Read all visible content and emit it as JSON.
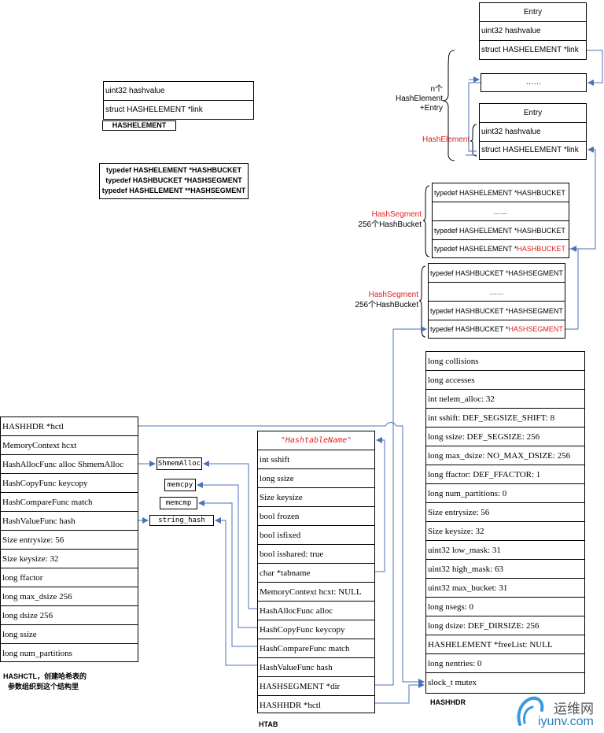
{
  "entry_top": {
    "rows": [
      "Entry",
      "uint32 hashvalue",
      "struct HASHELEMENT *link"
    ]
  },
  "ellipsis_box": "……",
  "entry_mid": {
    "rows": [
      "Entry",
      "uint32 hashvalue",
      "struct HASHELEMENT *link"
    ]
  },
  "n_label": {
    "line1": "n个",
    "line2": "HashElement",
    "line3": "+Entry"
  },
  "hashelement_label": "HashElement",
  "hashelement_def": {
    "rows": [
      "uint32 hashvalue",
      "struct HASHELEMENT *link"
    ],
    "caption": "HASHELEMENT"
  },
  "typedefs": {
    "lines": [
      "typedef HASHELEMENT *HASHBUCKET",
      "typedef HASHBUCKET *HASHSEGMENT",
      "typedef HASHELEMENT **HASHSEGMENT"
    ]
  },
  "bucket_segment": {
    "label_red": "HashSegment",
    "label_black": "256个HashBucket",
    "rows": [
      "typedef HASHELEMENT *HASHBUCKET",
      "……",
      "typedef HASHELEMENT *HASHBUCKET"
    ],
    "last_prefix": "typedef HASHELEMENT *",
    "last_red": "HASHBUCKET"
  },
  "dir_segment": {
    "label_red": "HashSegment",
    "label_black": "256个HashBucket",
    "rows": [
      "typedef HASHBUCKET *HASHSEGMENT",
      "……",
      "typedef HASHBUCKET *HASHSEGMENT"
    ],
    "last_prefix": "typedef HASHBUCKET *",
    "last_red": "HASHSEGMENT"
  },
  "hashhdr": {
    "rows": [
      "long collisions",
      "long accesses",
      "int nelem_alloc: 32",
      "int sshift: DEF_SEGSIZE_SHIFT: 8",
      "long ssize: DEF_SEGSIZE: 256",
      "long max_dsize: NO_MAX_DSIZE: 256",
      "long ffactor: DEF_FFACTOR: 1",
      "long num_partitions: 0",
      "Size entrysize: 56",
      "Size keysize: 32",
      "uint32 low_mask: 31",
      "uint32 high_mask: 63",
      "uint32 max_bucket: 31",
      "long nsegs: 0",
      "long dsize: DEF_DIRSIZE: 256",
      "HASHELEMENT *freeList: NULL",
      "long nentries: 0",
      "slock_t mutex"
    ],
    "caption": "HASHHDR"
  },
  "htab": {
    "title": "\"HashtableName\"",
    "rows": [
      "int sshift",
      "long ssize",
      "Size keysize",
      "bool frozen",
      "bool isfixed",
      "bool isshared: true",
      "char *tabname",
      "MemoryContext hcxt: NULL",
      "HashAllocFunc alloc",
      "HashCopyFunc keycopy",
      "HashCompareFunc match",
      "HashValueFunc hash",
      "HASHSEGMENT *dir",
      "HASHHDR *hctl"
    ],
    "caption": "HTAB"
  },
  "hashctl": {
    "rows": [
      "HASHHDR    *hctl",
      "MemoryContext hcxt",
      "HashAllocFunc alloc ShmemAlloc",
      "HashCopyFunc keycopy",
      "HashCompareFunc match",
      "HashValueFunc hash",
      "Size entrysize: 56",
      "Size keysize: 32",
      "long ffactor",
      "long max_dsize 256",
      "long dsize 256",
      "long ssize",
      "long num_partitions"
    ],
    "caption_line1": "HASHCTL，创建哈希表的",
    "caption_line2": "参数组织到这个结构里"
  },
  "funcs": {
    "shmemalloc": "ShmemAlloc",
    "memcpy": "memcpy",
    "memcmp": "memcmp",
    "string_hash": "string_hash"
  },
  "watermark": {
    "cn": "运维网",
    "en": "iyunv.com"
  },
  "colors": {
    "arrow": "#4a73b8",
    "red": "#e02020"
  }
}
